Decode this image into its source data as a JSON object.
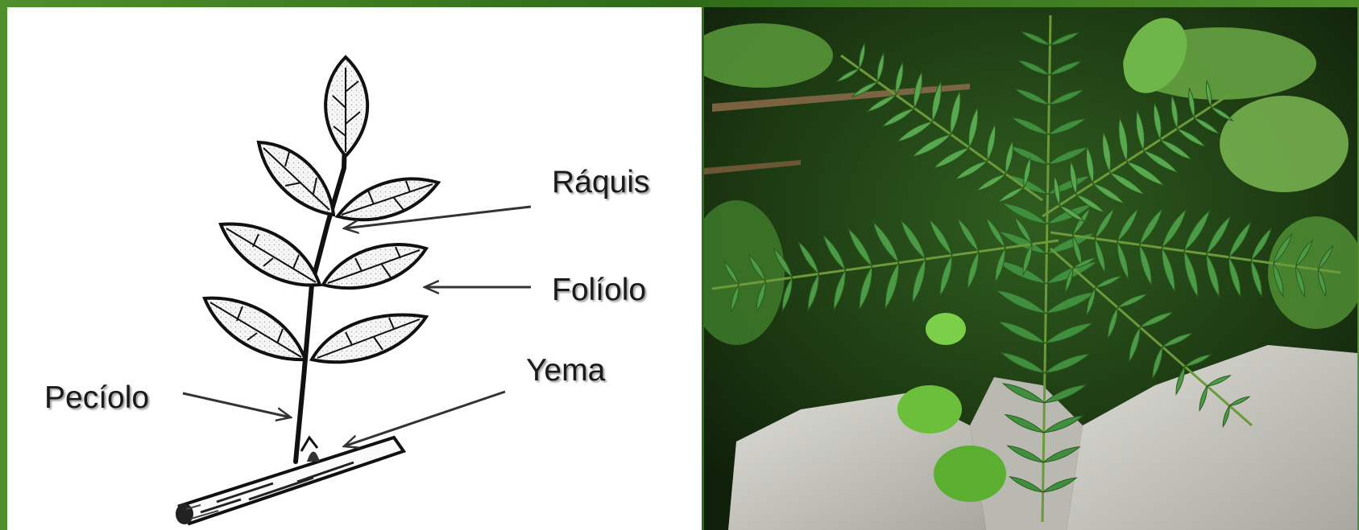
{
  "labels": {
    "raquis": "Ráquis",
    "foliolo": "Folíolo",
    "yema": "Yema",
    "peciolo": "Pecíolo"
  },
  "colors": {
    "frame": "#3f7a22",
    "ink": "#1a1a1a",
    "leaf_fill": "#f2f2f2",
    "fern": "#3c8a3a",
    "rock": "#c9c9c4",
    "shadow": "#1b2a12"
  },
  "icons": {
    "photo": "fern-photo",
    "drawing": "compound-leaf-drawing"
  }
}
